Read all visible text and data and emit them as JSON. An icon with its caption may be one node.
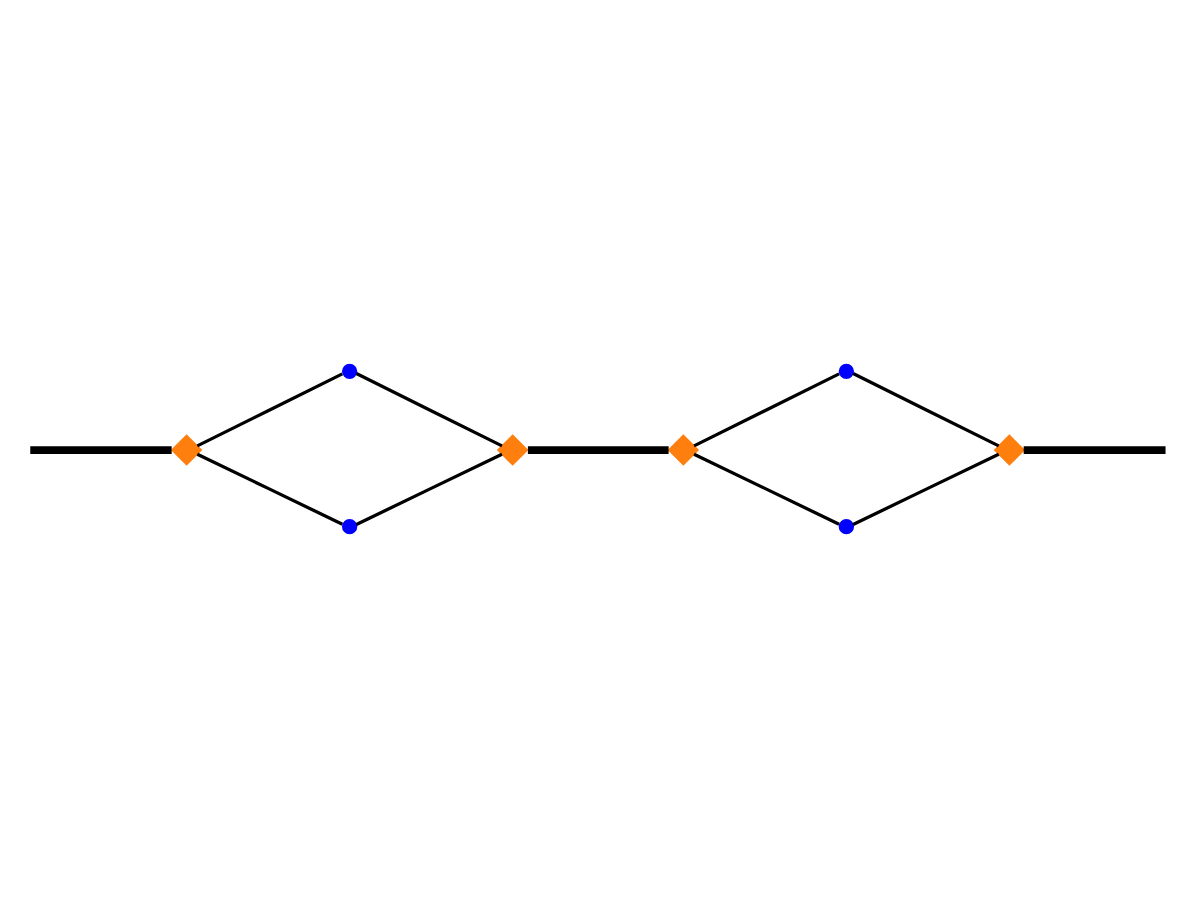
{
  "diagram": {
    "nodes": [
      {
        "text": [],
        "shape": "cross"
      },
      {
        "text": [],
        "shape": "circle"
      },
      {
        "text": [],
        "shape": "circle"
      },
      {
        "text": [],
        "shape": "cross"
      },
      {
        "text": [],
        "shape": "cross"
      },
      {
        "text": [],
        "shape": "circle"
      },
      {
        "text": [],
        "shape": "circle"
      },
      {
        "text": [],
        "shape": "cross"
      }
    ],
    "edges": [
      {
        "from": null,
        "to": 0,
        "arrow": "none",
        "style": "thick"
      },
      {
        "from": 0,
        "to": 1,
        "arrow": "none"
      },
      {
        "from": 0,
        "to": 2,
        "arrow": "none"
      },
      {
        "from": 1,
        "to": 3,
        "arrow": "none"
      },
      {
        "from": 2,
        "to": 3,
        "arrow": "none"
      },
      {
        "from": 3,
        "to": 4,
        "arrow": "none",
        "style": "thick"
      },
      {
        "from": 4,
        "to": 5,
        "arrow": "none"
      },
      {
        "from": 4,
        "to": 6,
        "arrow": "none"
      },
      {
        "from": 5,
        "to": 7,
        "arrow": "none"
      },
      {
        "from": 6,
        "to": 7,
        "arrow": "none"
      },
      {
        "from": 7,
        "to": null,
        "arrow": "none",
        "style": "thick"
      }
    ]
  }
}
